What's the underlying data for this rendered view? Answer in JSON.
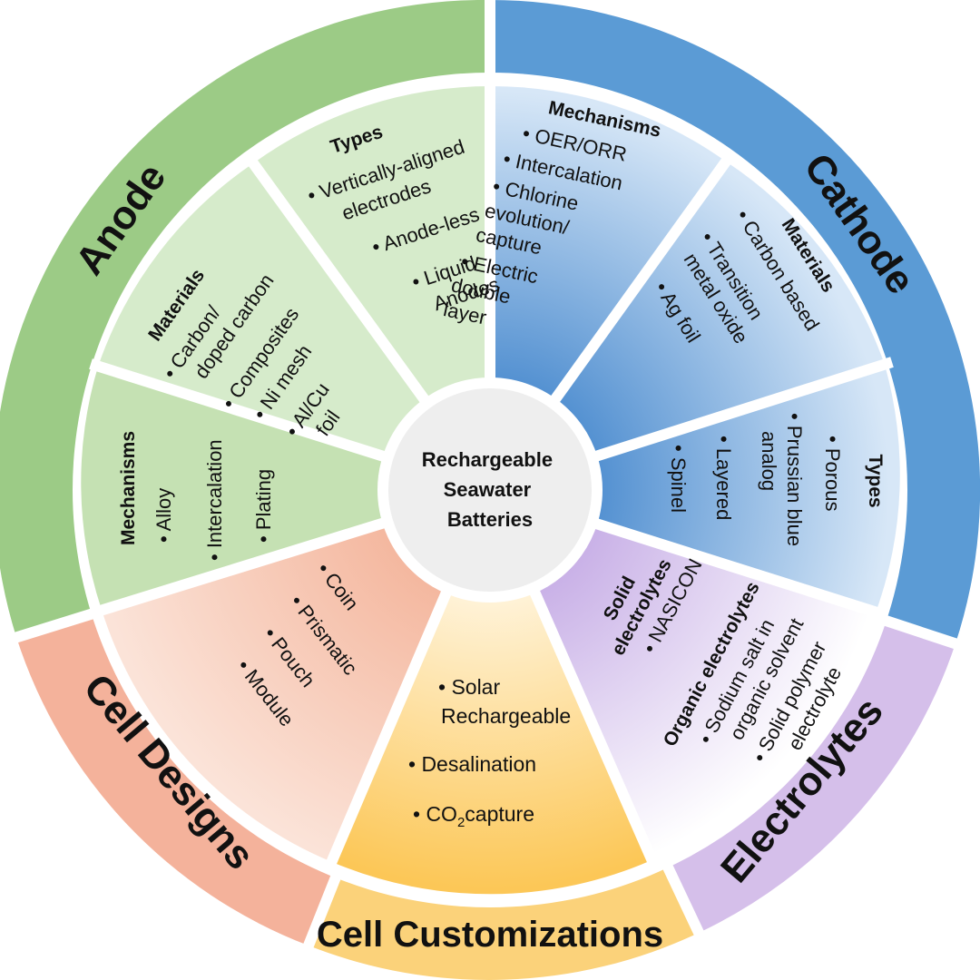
{
  "center": {
    "lines": [
      "Rechargeable",
      "Seawater",
      "Batteries"
    ]
  },
  "categories": {
    "anode": "Anode",
    "cathode": "Cathode",
    "electrolytes": "Electrolytes",
    "cell_customizations": "Cell Customizations",
    "cell_designs": "Cell Designs"
  },
  "anode": {
    "types": {
      "heading": "Types",
      "lines": [
        "• Vertically-aligned",
        "electrodes",
        "• Anode-less",
        "• Liquid",
        "Anodes"
      ]
    },
    "materials": {
      "heading": "Materials",
      "lines": [
        "• Carbon/",
        "doped carbon",
        "• Composites",
        "• Ni mesh",
        "• Al/Cu",
        "foil"
      ]
    },
    "mechanisms": {
      "heading": "Mechanisms",
      "lines": [
        "• Alloy",
        "• Intercalation",
        "• Plating"
      ]
    }
  },
  "cathode": {
    "mechanisms": {
      "heading": "Mechanisms",
      "lines": [
        "• OER/ORR",
        "• Intercalation",
        "• Chlorine",
        "evolution/",
        "capture",
        "• Electric",
        "double",
        "layer"
      ]
    },
    "materials": {
      "heading": "Materials",
      "lines": [
        "• Carbon based",
        "• Transition",
        "metal oxide",
        "• Ag foil"
      ]
    },
    "types": {
      "heading": "Types",
      "lines": [
        "• Porous",
        "• Prussian blue",
        "analog",
        "• Layered",
        "• Spinel"
      ]
    }
  },
  "electrolytes": {
    "solid": {
      "heading": [
        "Solid",
        "electrolytes"
      ],
      "lines": [
        "• NASICON"
      ]
    },
    "organic": {
      "heading": "Organic electrolytes",
      "lines": [
        "• Sodium salt in",
        "organic solvent",
        "• Solid polymer",
        "electrolyte"
      ]
    }
  },
  "cell_customizations": {
    "items": [
      "• Solar",
      "Rechargeable",
      "• Desalination",
      "• CO",
      "2",
      "capture"
    ]
  },
  "cell_designs": {
    "items": [
      "• Coin",
      "• Prismatic",
      "• Pouch",
      "• Module"
    ]
  },
  "colors": {
    "anode_outer": "#9CCB86",
    "anode_inner": "#D6EBCB",
    "cathode_outer": "#5B9BD5",
    "cathode_inner": "#C9DDF2",
    "electrolytes_outer": "#D5BFEA",
    "electrolytes_inner": "#EDE3F7",
    "customizations_outer": "#FBD27A",
    "customizations_inner": "#FEEBC0",
    "designs_outer": "#F4B29B",
    "designs_inner": "#FAD9CC"
  }
}
